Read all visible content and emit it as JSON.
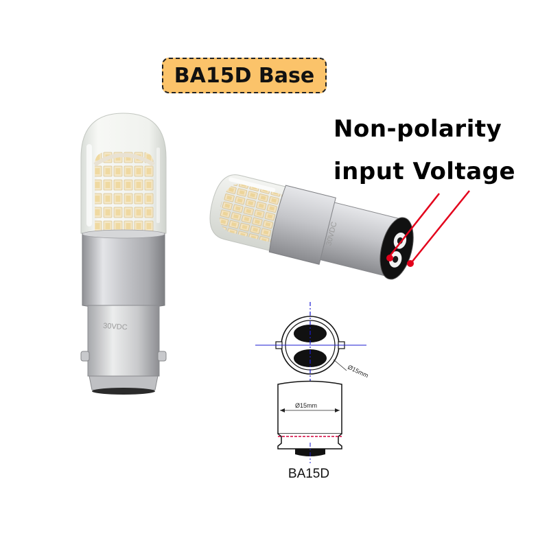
{
  "title": {
    "text": "BA15D Base"
  },
  "callout": {
    "line1": "Non-polarity",
    "line2": "input Voltage"
  },
  "diagram": {
    "caption": "BA15D",
    "diameter_top": "Ø15mm",
    "diameter_side": "Ø15mm"
  },
  "bulb_stamp": "30VDC",
  "colors": {
    "badge_fill": "#fbc36a",
    "pointer_lines": "#e3001b",
    "dimension_lines": "#1a1ad1",
    "cut_line": "#d4003c"
  },
  "icons": {
    "bulb_front": "led-bulb-upright",
    "bulb_side": "led-bulb-lying",
    "diagram": "ba15d-base-drawing"
  }
}
